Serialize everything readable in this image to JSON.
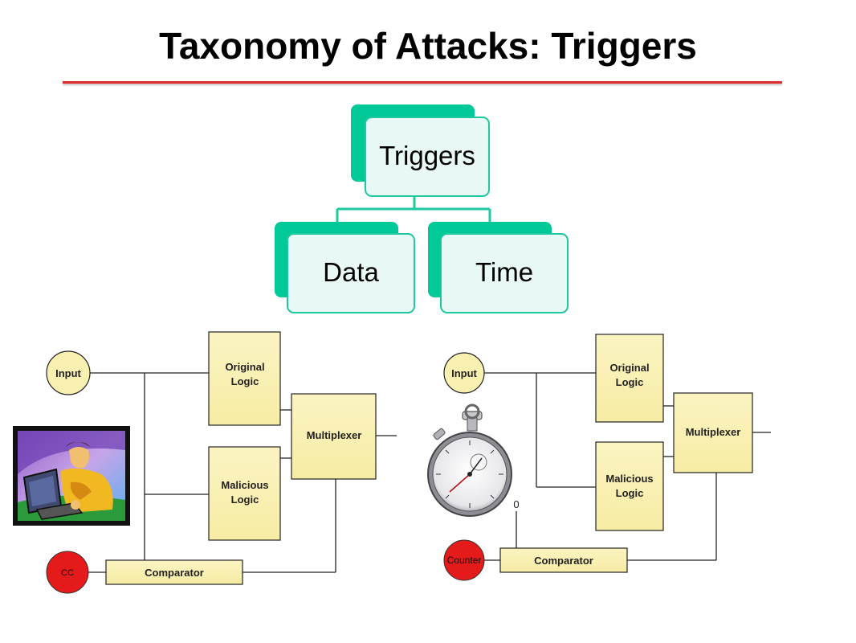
{
  "slide": {
    "title": "Taxonomy of Attacks: Triggers"
  },
  "hierarchy": {
    "root": "Triggers",
    "children": [
      "Data",
      "Time"
    ]
  },
  "data_trigger_circuit": {
    "input": "Input",
    "original_logic": [
      "Original",
      "Logic"
    ],
    "malicious_logic": [
      "Malicious",
      "Logic"
    ],
    "multiplexer": "Multiplexer",
    "comparator": "Comparator",
    "cc": "CC"
  },
  "time_trigger_circuit": {
    "input": "Input",
    "original_logic": [
      "Original",
      "Logic"
    ],
    "malicious_logic": [
      "Malicious",
      "Logic"
    ],
    "multiplexer": "Multiplexer",
    "comparator": "Comparator",
    "counter": "Counter",
    "zero_label": "0"
  },
  "colors": {
    "title_rule": "#e22a2a",
    "hierarchy_fill": "#00c896",
    "hierarchy_panel": "#e8f8f4",
    "hierarchy_border": "#1ec8a0",
    "logic_box": "#f8f0b0",
    "input_circle": "#f8f0b0",
    "trigger_circle": "#e51a1a"
  },
  "icons": [
    "person-at-computer-icon",
    "stopwatch-icon"
  ]
}
